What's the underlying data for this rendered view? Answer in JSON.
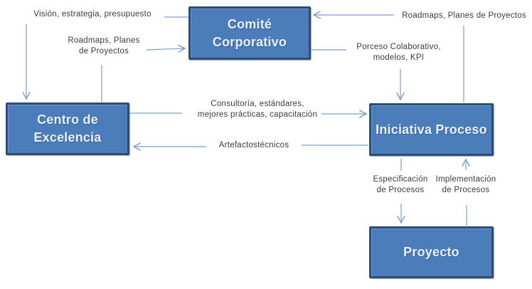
{
  "diagram": {
    "type": "flow-diagram",
    "language": "es",
    "nodes": [
      {
        "id": "comite",
        "label": "Comité Corporativo"
      },
      {
        "id": "centro",
        "label": "Centro de Excelencia"
      },
      {
        "id": "iniciativa",
        "label": "Iniciativa Proceso"
      },
      {
        "id": "proyecto",
        "label": "Proyecto"
      }
    ],
    "edges": [
      {
        "from": "Comité Corporativo",
        "to": "Centro de Excelencia",
        "label": "Visión, estrategia, presupuesto",
        "lines": [
          "Visión, estrategia, presupuesto"
        ]
      },
      {
        "from": "Centro de Excelencia",
        "to": "Comité Corporativo",
        "label": "Roadmaps, Planes de Proyectos",
        "lines": [
          "Roadmaps, Planes",
          "de Proyectos"
        ]
      },
      {
        "from": "Iniciativa Proceso",
        "to": "Comité Corporativo",
        "label": "Roadmaps, Planes de Proyectos",
        "lines": [
          "Roadmaps, Planes de Proyectos"
        ]
      },
      {
        "from": "Comité Corporativo",
        "to": "Iniciativa Proceso",
        "label": "Porceso Colaborativo, modelos, KPI",
        "lines": [
          "Porceso Colaborativo,",
          "modelos, KPI"
        ]
      },
      {
        "from": "Centro de Excelencia",
        "to": "Iniciativa Proceso",
        "label": "Consultoría, estándares, mejores prácticas, capacitación",
        "lines": [
          "Consultoría, estándares,",
          "mejores prácticas, capacitación"
        ]
      },
      {
        "from": "Iniciativa Proceso",
        "to": "Centro de Excelencia",
        "label": "Artefactostécnicos",
        "lines": [
          "Artefactostécnicos"
        ]
      },
      {
        "from": "Iniciativa Proceso",
        "to": "Proyecto",
        "label": "Especificación de Procesos",
        "lines": [
          "Especificación",
          "de Procesos"
        ]
      },
      {
        "from": "Proyecto",
        "to": "Iniciativa Proceso",
        "label": "Implementación de Procesos",
        "lines": [
          "Implementación",
          "de Procesos"
        ]
      }
    ],
    "colors": {
      "node_fill": "#4A7DB9",
      "node_border": "#2D4E74",
      "node_text": "#EAF0F9",
      "arrow": "#7C9DC9",
      "label_text": "#3B3B3B",
      "background": "#FFFFFF"
    }
  }
}
